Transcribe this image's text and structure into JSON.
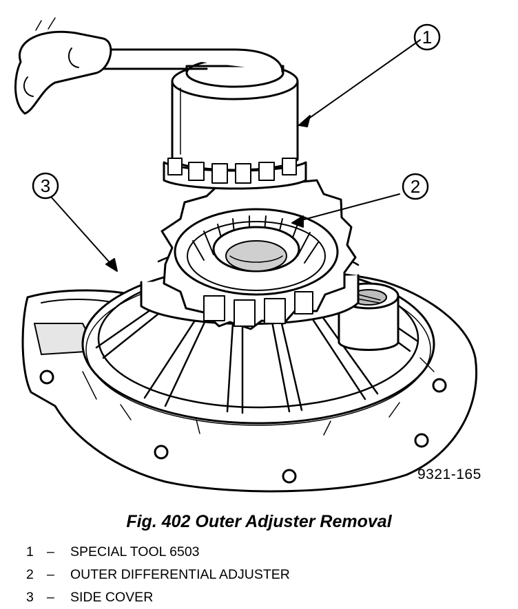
{
  "figure": {
    "code": "9321-165",
    "caption": "Fig. 402 Outer Adjuster Removal",
    "callouts": [
      {
        "number": "1"
      },
      {
        "number": "2"
      },
      {
        "number": "3"
      }
    ]
  },
  "legend": [
    {
      "number": "1",
      "dash": "–",
      "label": "SPECIAL TOOL 6503"
    },
    {
      "number": "2",
      "dash": "–",
      "label": "OUTER DIFFERENTIAL ADJUSTER"
    },
    {
      "number": "3",
      "dash": "–",
      "label": "SIDE COVER"
    }
  ]
}
